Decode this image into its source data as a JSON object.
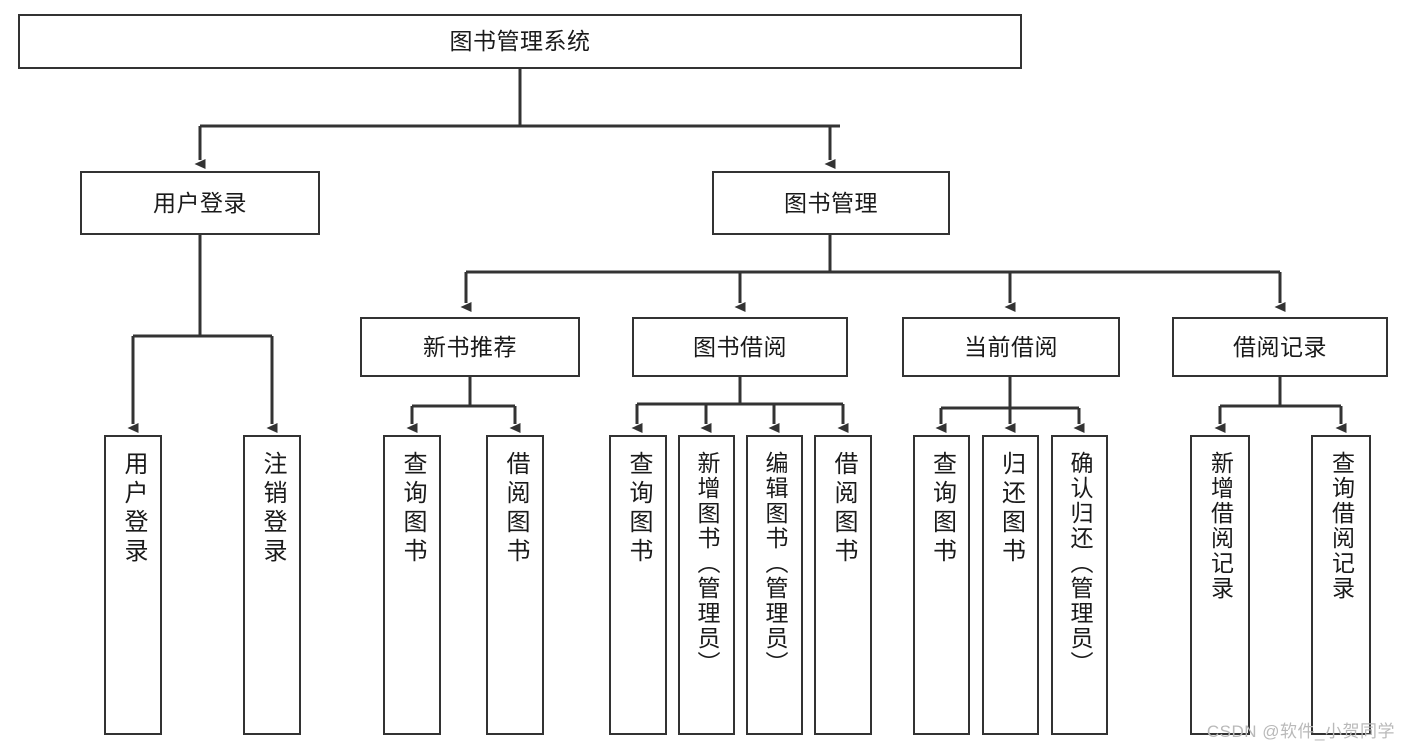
{
  "diagram": {
    "title": "图书管理系统",
    "type": "tree-hierarchy",
    "watermark": "CSDN @软件_小贺同学",
    "colors": {
      "background": "#ffffff",
      "box_border": "#333333",
      "box_fill": "#ffffff",
      "text": "#1a1a1a",
      "connector": "#333333",
      "watermark": "#b9b9b9"
    },
    "root": {
      "label": "图书管理系统"
    },
    "level2": [
      {
        "id": "user-login",
        "label": "用户登录"
      },
      {
        "id": "book-manage",
        "label": "图书管理"
      }
    ],
    "level3": [
      {
        "id": "new-book-rec",
        "label": "新书推荐"
      },
      {
        "id": "book-borrow",
        "label": "图书借阅"
      },
      {
        "id": "current-borrow",
        "label": "当前借阅"
      },
      {
        "id": "borrow-record",
        "label": "借阅记录"
      }
    ],
    "leaves": {
      "user-login": [
        {
          "id": "leaf-user-login",
          "label": "用户登录"
        },
        {
          "id": "leaf-logout",
          "label": "注销登录"
        }
      ],
      "new-book-rec": [
        {
          "id": "leaf-query-book-1",
          "label": "查询图书"
        },
        {
          "id": "leaf-borrow-book-1",
          "label": "借阅图书"
        }
      ],
      "book-borrow": [
        {
          "id": "leaf-query-book-2",
          "label": "查询图书"
        },
        {
          "id": "leaf-add-book",
          "label": "新增图书（管理员）"
        },
        {
          "id": "leaf-edit-book",
          "label": "编辑图书（管理员）"
        },
        {
          "id": "leaf-borrow-book-2",
          "label": "借阅图书"
        }
      ],
      "current-borrow": [
        {
          "id": "leaf-query-book-3",
          "label": "查询图书"
        },
        {
          "id": "leaf-return-book",
          "label": "归还图书"
        },
        {
          "id": "leaf-confirm-return",
          "label": "确认归还（管理员）"
        }
      ],
      "borrow-record": [
        {
          "id": "leaf-add-record",
          "label": "新增借阅记录"
        },
        {
          "id": "leaf-query-record",
          "label": "查询借阅记录"
        }
      ]
    }
  }
}
